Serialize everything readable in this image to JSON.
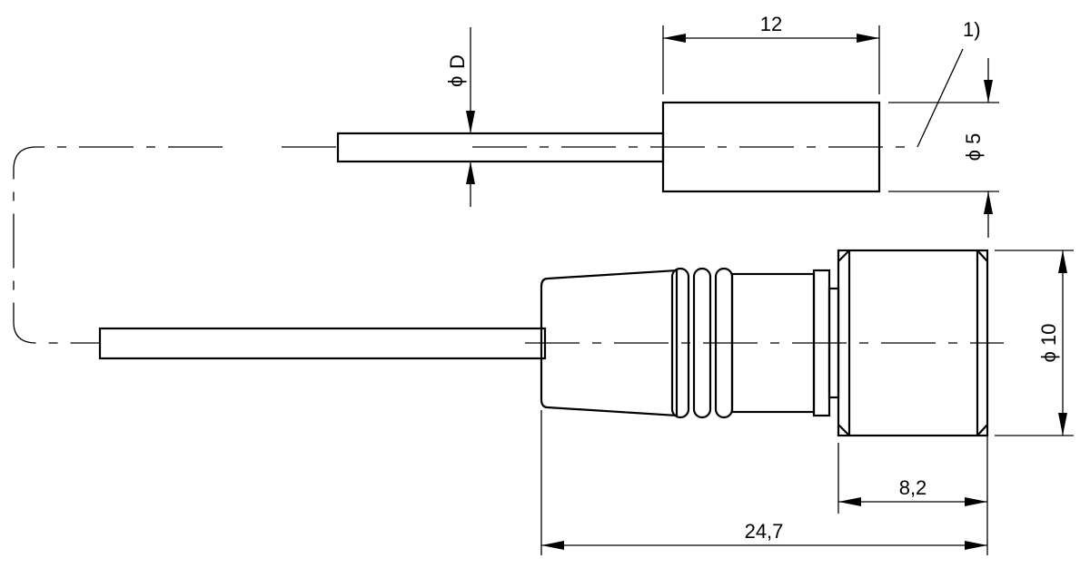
{
  "dimensions": {
    "length_12": "12",
    "diameter_d_symbol": "ϕ",
    "diameter_d_letter": "D",
    "note": "1)",
    "diameter_5": "ϕ 5",
    "diameter_10": "ϕ 10",
    "length_8_2": "8,2",
    "length_24_7": "24,7"
  }
}
